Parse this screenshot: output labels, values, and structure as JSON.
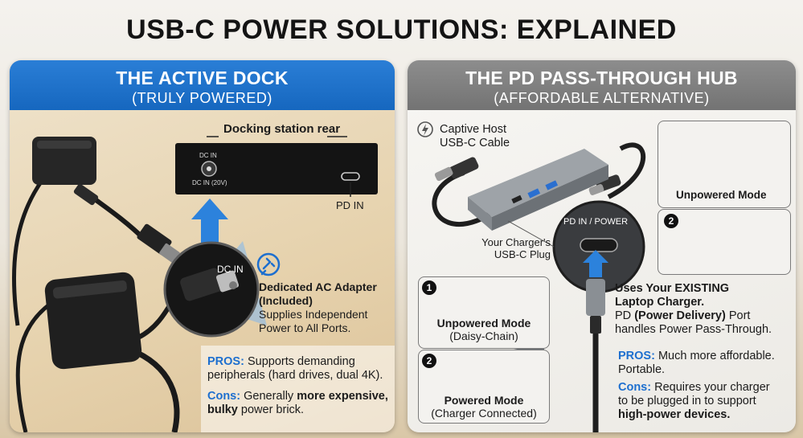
{
  "title": "USB-C POWER SOLUTIONS: EXPLAINED",
  "left": {
    "heading": "THE ACTIVE DOCK",
    "subheading": "(TRULY POWERED)",
    "dock_caption": "Docking station rear",
    "dock_dc_in": "DC IN",
    "dock_dc_in_20v": "DC IN (20V)",
    "dock_pd_in": "PD IN",
    "zoom_label": "DC IN",
    "adapter_title_1": "Dedicated AC Adapter",
    "adapter_title_2": "(Included)",
    "adapter_desc_1": "Supplies Independent",
    "adapter_desc_2": "Power to All Ports.",
    "pros_label": "PROS:",
    "pros_text_1": "Supports demanding",
    "pros_text_2": "peripherals (hard drives, dual 4K).",
    "cons_label": "Cons:",
    "cons_text_1": "Generally",
    "cons_bold_1": "more expensive,",
    "cons_bold_2": "bulky",
    "cons_text_2": "power brick."
  },
  "right": {
    "heading": "THE PD PASS-THROUGH HUB",
    "subheading": "(AFFORDABLE ALTERNATIVE)",
    "captive_1": "Captive Host",
    "captive_2": "USB-C Cable",
    "charger_plug_1": "Your Charger's",
    "charger_plug_2": "USB-C Plug",
    "port_label": "PD IN / POWER",
    "unpowered_title": "Unpowered Mode",
    "unpowered_sub": "(Daisy-Chain)",
    "powered_title": "Powered Mode",
    "powered_sub": "(Charger Connected)",
    "step1": "1",
    "step2": "2",
    "inset_unpowered": "Unpowered Mode",
    "inset_step2": "2",
    "uses_1": "Uses Your EXISTING",
    "uses_2": "Laptop Charger.",
    "pd_text_1": "PD",
    "pd_bold": "(Power Delivery)",
    "pd_text_2": "Port",
    "pd_text_3": "handles Power Pass-Through.",
    "pros_label": "PROS:",
    "pros_text_1": "Much more affordable.",
    "pros_text_2": "Portable.",
    "cons_label": "Cons:",
    "cons_text_1": "Requires your charger",
    "cons_text_2": "to be plugged in to support",
    "cons_bold": "high-power devices."
  },
  "colors": {
    "accent_blue": "#1d6fcf",
    "header_gray": "#7d7d7d",
    "power_red": "#e03a2a"
  }
}
